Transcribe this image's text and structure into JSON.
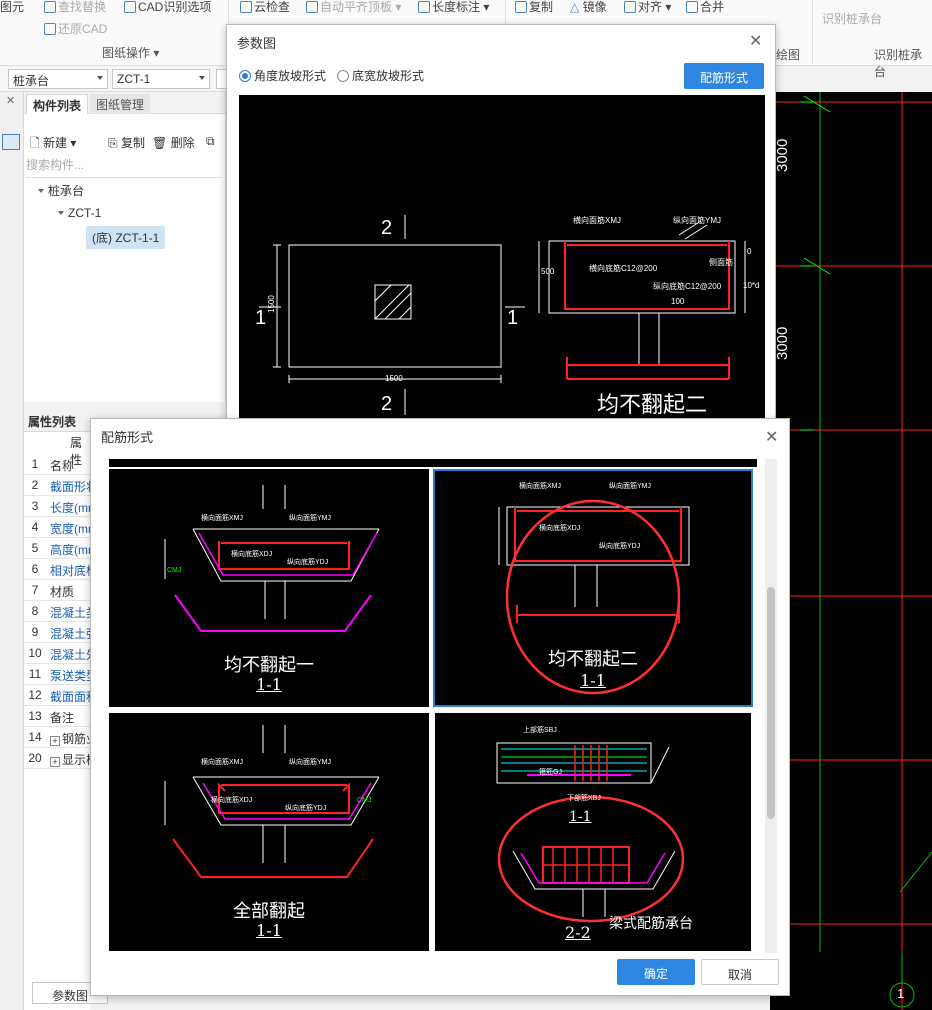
{
  "ribbon": {
    "left_text": "图元",
    "find_replace": "查找替换",
    "restore_cad": "还原CAD",
    "cad_options": "CAD识别选项",
    "group_drawing_ops": "图纸操作",
    "cloud_check": "云检查",
    "auto_align": "自动平齐顶板",
    "length_dim": "长度标注",
    "copy": "复制",
    "mirror": "镜像",
    "align": "对齐",
    "merge": "合并",
    "group_right_partial": "绘图",
    "identify_cap": "识别桩承台",
    "group_identify_cap": "识别桩承台"
  },
  "combo": {
    "type": "桩承台",
    "instance": "ZCT-1"
  },
  "component_list": {
    "tab_active": "构件列表",
    "tab_inactive": "图纸管理",
    "new": "新建",
    "copy": "复制",
    "delete": "删除",
    "search_placeholder": "搜索构件...",
    "tree_root": "桩承台",
    "tree_child": "ZCT-1",
    "tree_leaf": "(底) ZCT-1-1"
  },
  "properties": {
    "header": "属性列表",
    "col_header": "属性",
    "rows": [
      {
        "num": "1",
        "name": "名称"
      },
      {
        "num": "2",
        "name": "截面形状"
      },
      {
        "num": "3",
        "name": "长度(mm)"
      },
      {
        "num": "4",
        "name": "宽度(mm)"
      },
      {
        "num": "5",
        "name": "高度(mm)"
      },
      {
        "num": "6",
        "name": "相对底标高"
      },
      {
        "num": "7",
        "name": "材质"
      },
      {
        "num": "8",
        "name": "混凝土类型"
      },
      {
        "num": "9",
        "name": "混凝土强度"
      },
      {
        "num": "10",
        "name": "混凝土外加剂"
      },
      {
        "num": "11",
        "name": "泵送类型"
      },
      {
        "num": "12",
        "name": "截面面积"
      },
      {
        "num": "13",
        "name": "备注"
      },
      {
        "num": "14",
        "name": "钢筋业务属性"
      },
      {
        "num": "20",
        "name": "显示样式"
      }
    ],
    "param_button": "参数图"
  },
  "param_dialog": {
    "title": "参数图",
    "radio_angle": "角度放坡形式",
    "radio_width": "底宽放坡形式",
    "rebar_button": "配筋形式",
    "plan_dim_w": "1500",
    "plan_dim_h": "1500",
    "sec_left_2": "2",
    "sec_bottom_2": "2",
    "sec_left_1": "1",
    "sec_right_1": "1",
    "caption": "均不翻起二",
    "lbl_top": "横向面筋XMJ",
    "lbl_top2": "纵向面筋YMJ",
    "lbl_bot": "横向底筋C12@200",
    "lbl_bot2": "纵向底筋C12@200",
    "lbl_side": "侧面筋",
    "dim_500": "500",
    "dim_100": "100",
    "dim_0": "0",
    "dim_10d": "10*d"
  },
  "rebar_dialog": {
    "title": "配筋形式",
    "options": [
      {
        "caption": "均不翻起一",
        "section": "1-1"
      },
      {
        "caption": "均不翻起二",
        "section": "1-1"
      },
      {
        "caption": "全部翻起",
        "section": "1-1"
      },
      {
        "caption": "梁式配筋承台",
        "section": "2-2",
        "section_top": "1-1"
      }
    ],
    "lbl_hmj": "横向面筋XMJ",
    "lbl_ymj": "纵向面筋YMJ",
    "lbl_xdj": "横向底筋XDJ",
    "lbl_ydj": "纵向底筋YDJ",
    "lbl_cmj": "CMJ",
    "lbl_sbj": "上部筋SBJ",
    "lbl_xbj": "下部筋XBJ",
    "lbl_zj": "箍筋GJ",
    "ok": "确定",
    "cancel": "取消"
  },
  "canvas": {
    "dim_top": "3000",
    "dim_mid": "3000",
    "axis_label": "1"
  },
  "colors": {
    "primary": "#2f86e0",
    "cad_red": "#ff2020",
    "cad_green": "#00ff00",
    "cad_magenta": "#ff00ff",
    "cad_white": "#ffffff",
    "cad_yellow": "#ffff00"
  }
}
